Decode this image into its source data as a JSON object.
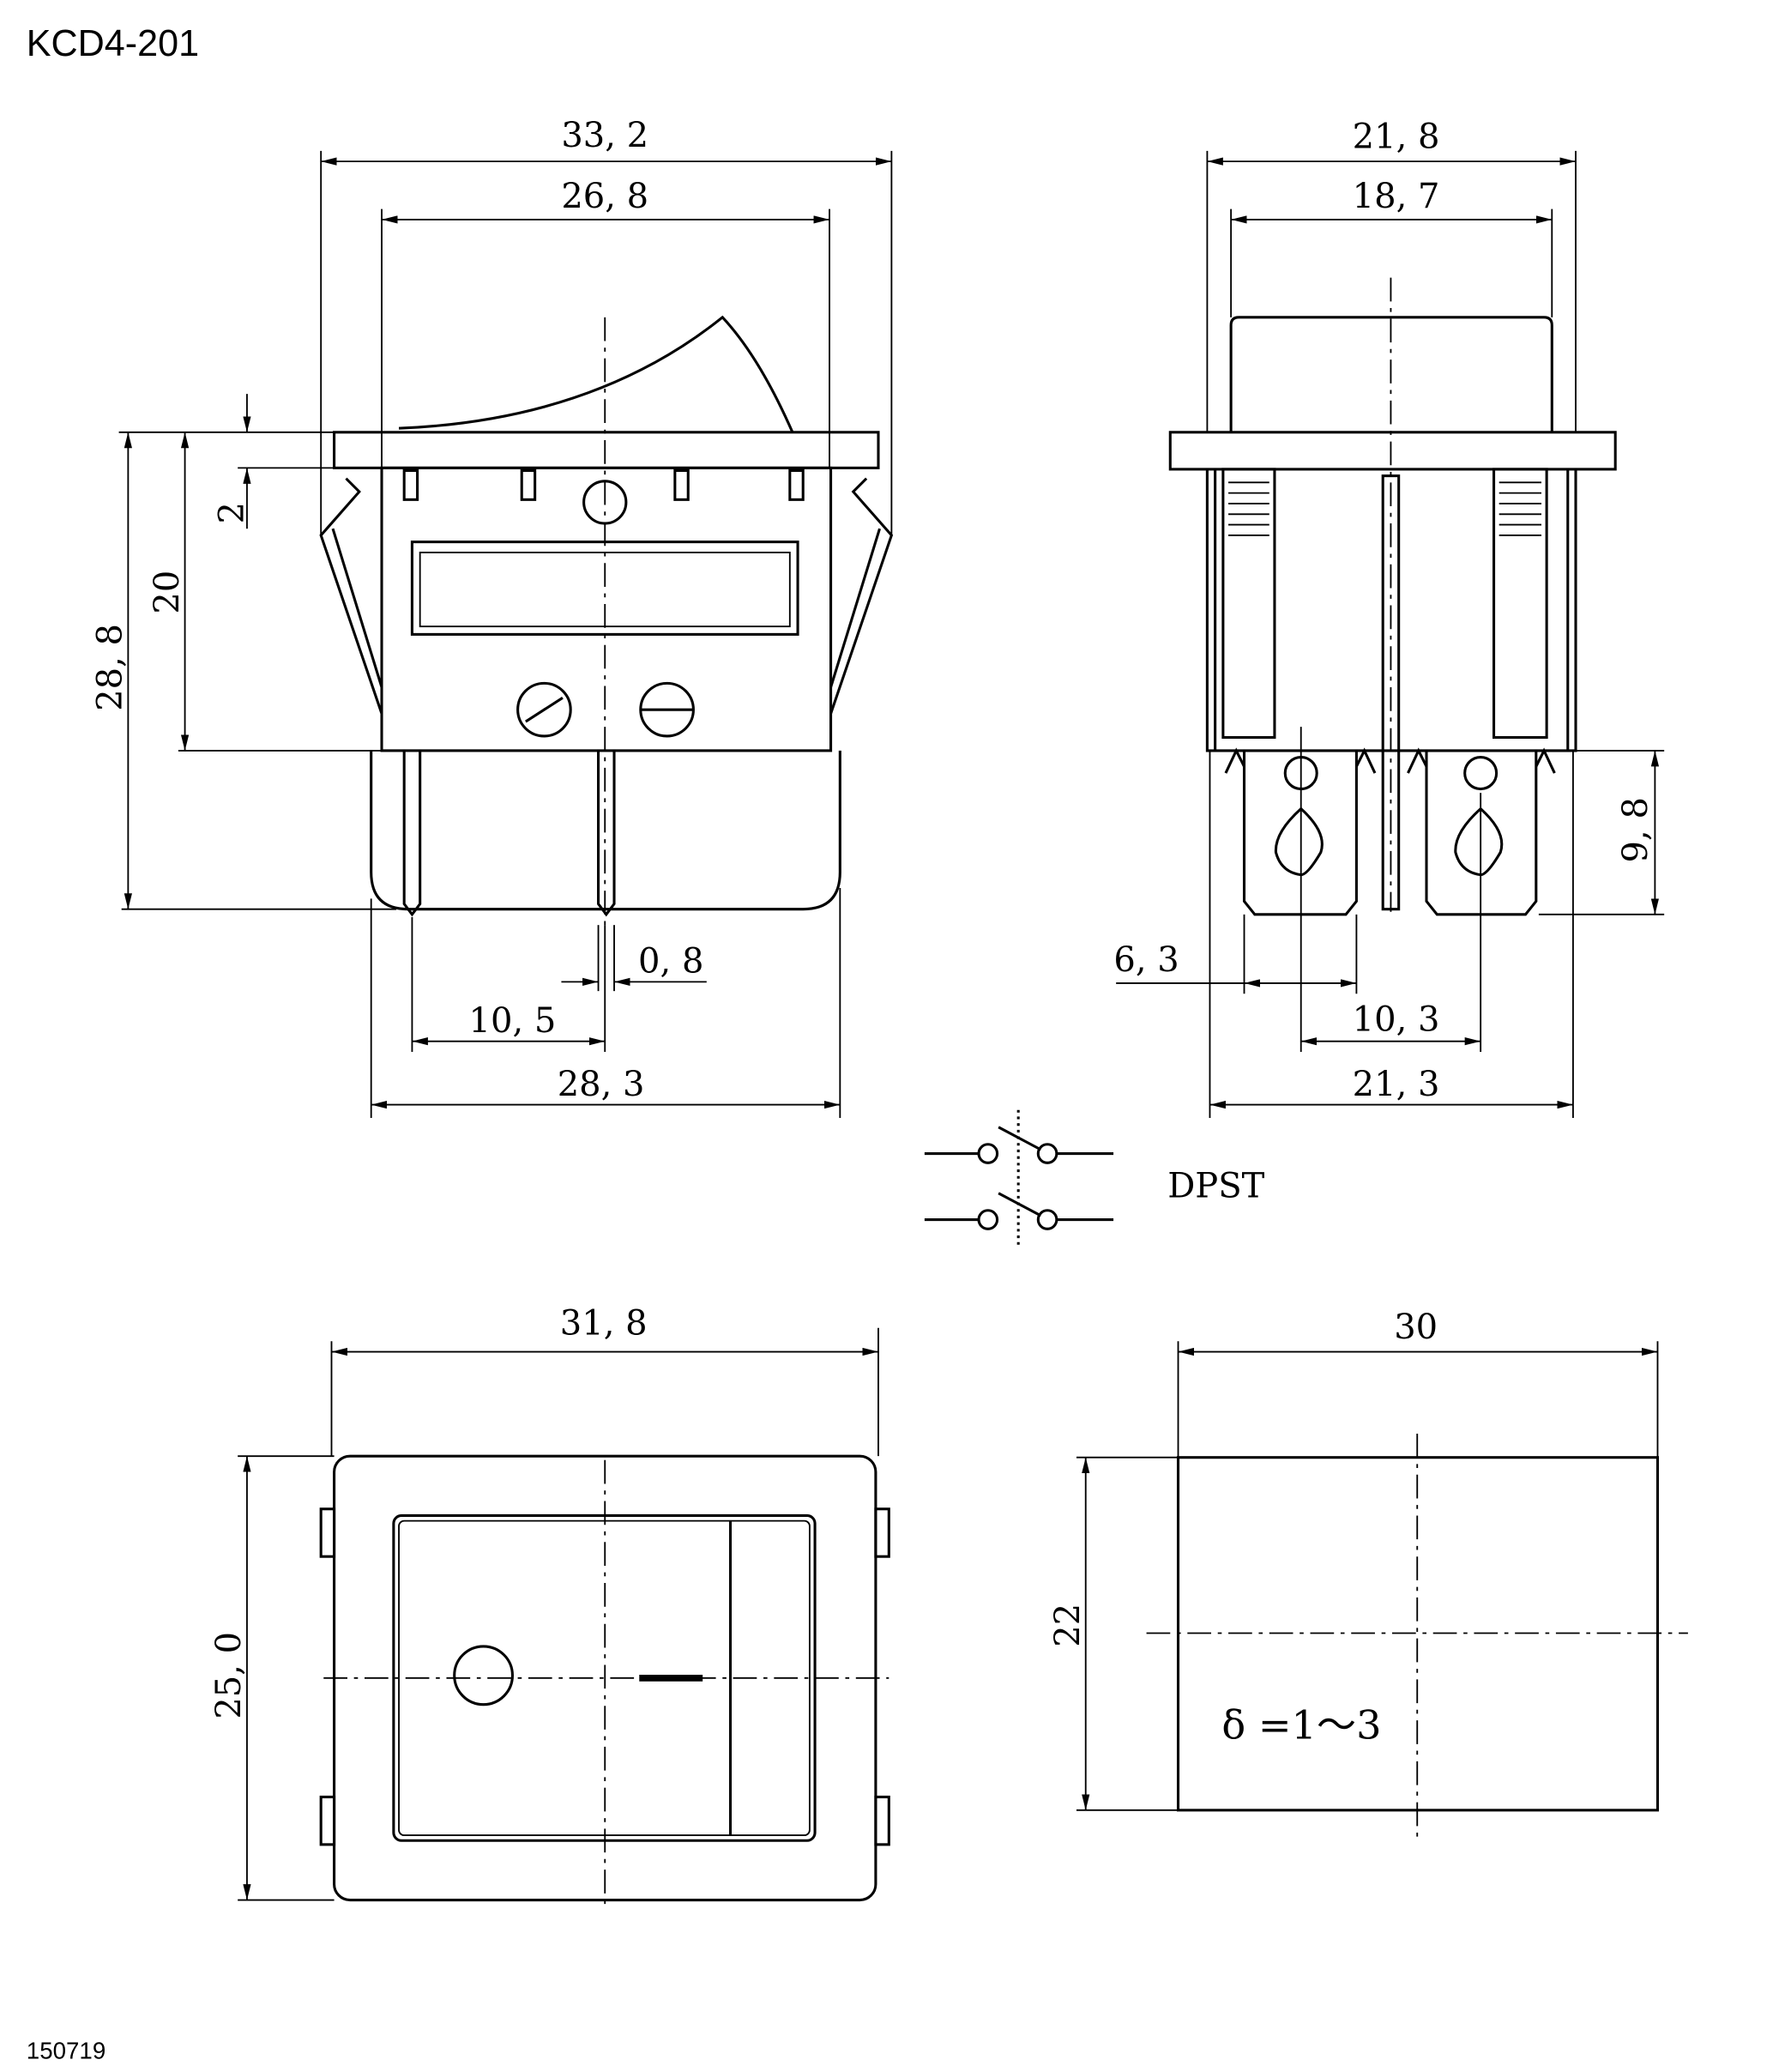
{
  "title": "KCD4-201",
  "footer_code": "150719",
  "front_view": {
    "overall_width": "33, 2",
    "bezel_width": "26, 8",
    "height_total": "28, 8",
    "height_body": "20",
    "flange_thickness": "2",
    "pin_width": "0, 8",
    "pin_spacing": "10, 5",
    "bottom_width": "28, 3"
  },
  "side_view": {
    "overall_width": "21, 8",
    "cap_width": "18, 7",
    "terminal_length": "9, 8",
    "terminal_width": "6, 3",
    "terminal_spacing": "10, 3",
    "bottom_width": "21, 3"
  },
  "schematic": {
    "label": "DPST"
  },
  "top_view": {
    "width": "31, 8",
    "height": "25, 0"
  },
  "panel_cutout": {
    "width": "30",
    "height": "22",
    "thickness_note": "δ =1～3"
  }
}
